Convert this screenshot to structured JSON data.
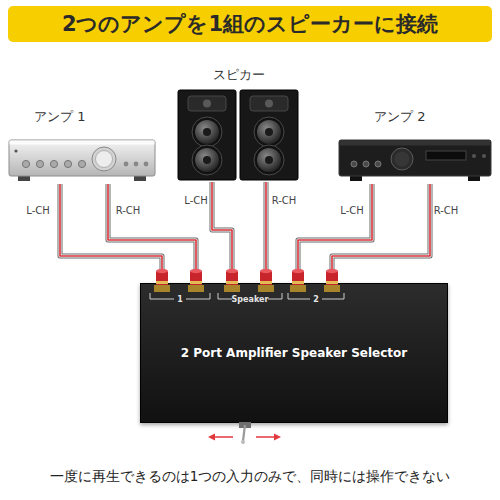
{
  "diagram": {
    "title": "2つのアンプを1組のスピーカーに接続",
    "caption": "一度に再生できるのは1つの入力のみで、同時には操作できない",
    "nodes": [
      {
        "text": [
          "アンプ 1"
        ]
      },
      {
        "text": [
          "スピカー"
        ]
      },
      {
        "text": [
          "アンプ 2"
        ]
      },
      {
        "text": [
          "2 Port Amplifier Speaker Selector"
        ]
      }
    ],
    "edges": [
      {
        "from": 0,
        "to": 3,
        "label": "L-CH",
        "arrow": "none"
      },
      {
        "from": 0,
        "to": 3,
        "label": "R-CH",
        "arrow": "none"
      },
      {
        "from": 1,
        "to": 3,
        "label": "L-CH",
        "arrow": "none"
      },
      {
        "from": 1,
        "to": 3,
        "label": "R-CH",
        "arrow": "none"
      },
      {
        "from": 2,
        "to": 3,
        "label": "L-CH",
        "arrow": "none"
      },
      {
        "from": 2,
        "to": 3,
        "label": "R-CH",
        "arrow": "none"
      }
    ],
    "labels": [
      "1",
      "Speaker",
      "2"
    ]
  }
}
